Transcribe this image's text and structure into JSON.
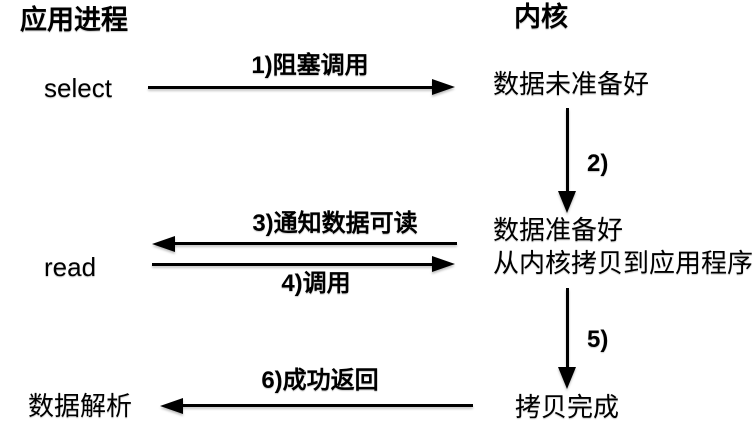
{
  "diagram": {
    "columns": {
      "app": "应用进程",
      "kernel": "内核"
    },
    "nodes": {
      "select": "select",
      "read": "read",
      "parse": "数据解析",
      "not_ready": "数据未准备好",
      "ready_line1": "数据准备好",
      "ready_line2": "从内核拷贝到应用程序",
      "copy_done": "拷贝完成"
    },
    "steps": {
      "s1": "1)阻塞调用",
      "s2": "2)",
      "s3": "3)通知数据可读",
      "s4": "4)调用",
      "s5": "5)",
      "s6": "6)成功返回"
    },
    "colors": {
      "ink": "#000000",
      "background": "#ffffff"
    }
  }
}
